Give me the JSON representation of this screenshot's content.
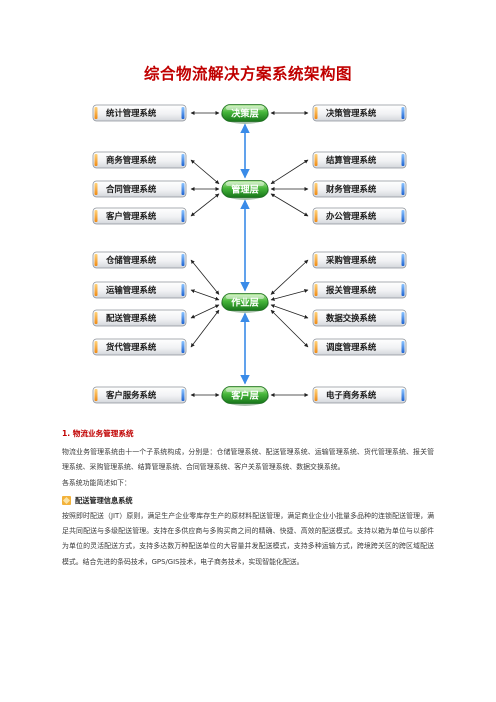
{
  "title": "综合物流解决方案系统架构图",
  "diagram": {
    "layers": [
      {
        "key": "decision",
        "label": "决策层"
      },
      {
        "key": "management",
        "label": "管理层"
      },
      {
        "key": "operation",
        "label": "作业层"
      },
      {
        "key": "customer",
        "label": "客户层"
      }
    ],
    "left_boxes": [
      {
        "key": "stat",
        "label": "统计管理系统",
        "layer": "decision"
      },
      {
        "key": "biz",
        "label": "商务管理系统",
        "layer": "management"
      },
      {
        "key": "contract",
        "label": "合同管理系统",
        "layer": "management"
      },
      {
        "key": "cust",
        "label": "客户管理系统",
        "layer": "management"
      },
      {
        "key": "wh",
        "label": "仓储管理系统",
        "layer": "operation"
      },
      {
        "key": "trans",
        "label": "运输管理系统",
        "layer": "operation"
      },
      {
        "key": "dist",
        "label": "配送管理系统",
        "layer": "operation"
      },
      {
        "key": "freight",
        "label": "货代管理系统",
        "layer": "operation"
      },
      {
        "key": "svc",
        "label": "客户服务系统",
        "layer": "customer"
      }
    ],
    "right_boxes": [
      {
        "key": "dec",
        "label": "决策管理系统",
        "layer": "decision"
      },
      {
        "key": "settle",
        "label": "结算管理系统",
        "layer": "management"
      },
      {
        "key": "fin",
        "label": "财务管理系统",
        "layer": "management"
      },
      {
        "key": "office",
        "label": "办公管理系统",
        "layer": "management"
      },
      {
        "key": "purchase",
        "label": "采购管理系统",
        "layer": "operation"
      },
      {
        "key": "customs",
        "label": "报关管理系统",
        "layer": "operation"
      },
      {
        "key": "exchange",
        "label": "数据交换系统",
        "layer": "operation"
      },
      {
        "key": "dispatch",
        "label": "调度管理系统",
        "layer": "operation"
      },
      {
        "key": "ecom",
        "label": "电子商务系统",
        "layer": "customer"
      }
    ]
  },
  "section": {
    "heading": "1. 物流业务管理系统",
    "intro": "物流业务管理系统由十一个子系统构成，分别是：仓储管理系统、配送管理系统、运输管理系统、货代管理系统、报关管理系统、采购管理系统、结算管理系统、合同管理系统、客户关系管理系统、数据交换系统。",
    "lead": "各系统功能简述如下：",
    "sub_heading": "配送管理信息系统",
    "body": "按照即时配送（JIT）原则，满足生产企业零库存生产的原材料配送管理，满足商业企业小批量多品种的连锁配送管理，满足共同配送与多级配送管理。支持在多供应商与多购买商之间的精确、快捷、高效的配送模式。支持以箱为单位与以部件为单位的灵活配送方式，支持多达数万种配送单位的大容量并发配送模式，支持多种运输方式，跨境跨关区的跨区域配送模式。结合先进的条码技术，GPS/GIS技术，电子商务技术，实现智能化配送。"
  }
}
